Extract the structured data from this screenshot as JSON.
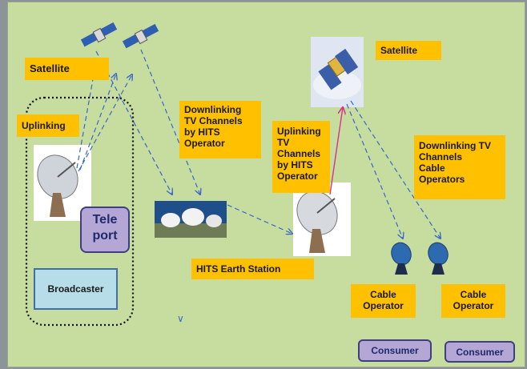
{
  "labels": {
    "satellite_left": "Satellite",
    "satellite_right": "Satellite",
    "uplinking": "Uplinking",
    "downlinking_hits": [
      "Downlinking",
      "TV Channels",
      "by HITS",
      "Operator"
    ],
    "uplinking_hits": [
      "Uplinking",
      "TV",
      "Channels",
      "by HITS",
      "Operator"
    ],
    "downlinking_cable": [
      "Downlinking TV",
      "Channels",
      "Cable",
      "Operators"
    ],
    "teleport": [
      "Tele",
      "port"
    ],
    "broadcaster": "Broadcaster",
    "hits_earth_station": "HITS  Earth Station",
    "cable_operator_1": [
      "Cable",
      "Operator"
    ],
    "cable_operator_2": [
      "Cable",
      "Operator"
    ],
    "consumer_1": "Consumer",
    "consumer_2": "Consumer"
  },
  "colors": {
    "background": "#c7dc9f",
    "label": "#ffc000",
    "link_arrow": "#3a66c9",
    "uplink_arrow": "#d6338a",
    "teleport_fill": "#b4a7d6",
    "broadcaster_fill": "#b7dde8"
  }
}
